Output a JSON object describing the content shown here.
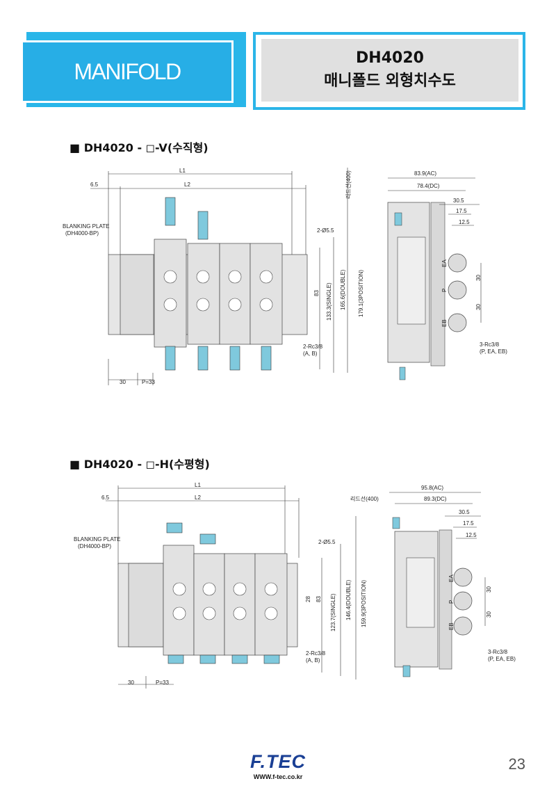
{
  "header": {
    "tab_label": "MANIFOLD",
    "title": "DH4020",
    "subtitle": "매니폴드 외형치수도"
  },
  "sections": [
    {
      "heading": "■ DH4020 - ◻-V(수직형)",
      "labels": {
        "blanking_plate": "BLANKING PLATE",
        "blanking_model": "(DH4000-BP)",
        "dim_l1": "L1",
        "dim_l2": "L2",
        "dim_65": "6.5",
        "dim_30": "30",
        "dim_p33": "P=33",
        "hole": "2-Ø5.5",
        "port_ab": "2-Rc3/8",
        "port_ab_sub": "(A, B)",
        "lead": "리드선(400)",
        "dim_83": "83",
        "dim_1333": "133.3(SINGLE)",
        "dim_1656": "165.6(DOUBLE)",
        "dim_1791": "179.1(3POSITION)",
        "ac": "83.9(AC)",
        "dc": "78.4(DC)",
        "d305": "30.5",
        "d175": "17.5",
        "d125": "12.5",
        "d30a": "30",
        "d30b": "30",
        "port3": "3-Rc3/8",
        "port3_sub": "(P, EA, EB)",
        "ea": "EA",
        "p": "P",
        "eb": "EB"
      }
    },
    {
      "heading": "■ DH4020 - ◻-H(수평형)",
      "labels": {
        "blanking_plate": "BLANKING PLATE",
        "blanking_model": "(DH4000-BP)",
        "dim_l1": "L1",
        "dim_l2": "L2",
        "dim_65": "6.5",
        "dim_30": "30",
        "dim_p33": "P=33",
        "hole": "2-Ø5.5",
        "port_ab": "2-Rc3/8",
        "port_ab_sub": "(A, B)",
        "lead": "리드선(400)",
        "dim_28": "28",
        "dim_83": "83",
        "dim_1237": "123.7(SINGLE)",
        "dim_1464": "146.4(DOUBLE)",
        "dim_1599": "159.9(3POSITION)",
        "ac": "95.8(AC)",
        "dc": "89.3(DC)",
        "d305": "30.5",
        "d175": "17.5",
        "d125": "12.5",
        "d30a": "30",
        "d30b": "30",
        "port3": "3-Rc3/8",
        "port3_sub": "(P, EA, EB)",
        "ea": "EA",
        "p": "P",
        "eb": "EB"
      }
    }
  ],
  "footer": {
    "logo": "F.TEC",
    "url": "WWW.f-tec.co.kr",
    "page": "23"
  }
}
